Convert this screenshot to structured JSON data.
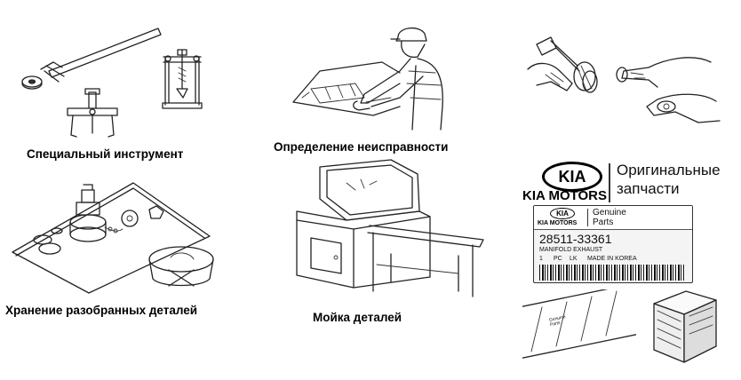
{
  "captions": {
    "special_tools": "Специальный инструмент",
    "diagnosis": "Определение неисправности",
    "storage": "Хранение разобранных деталей",
    "washing": "Мойка деталей"
  },
  "kia_logo": {
    "oval_text": "KIA",
    "wordmark": "KIA MOTORS",
    "original_line1": "Оригинальные",
    "original_line2": "запчасти"
  },
  "parts_label": {
    "oval_text": "KIA",
    "wordmark": "KIA MOTORS",
    "genuine": "Genuine",
    "parts": "Parts",
    "part_number": "28511-33361",
    "description": "MANIFOLD EXHAUST",
    "qty": "1",
    "unit": "PC",
    "code": "LK",
    "origin": "MADE IN KOREA"
  },
  "tape_labels": {
    "genuine": "Genuine",
    "parts": "Parts"
  },
  "colors": {
    "line": "#222222",
    "background": "#ffffff"
  }
}
